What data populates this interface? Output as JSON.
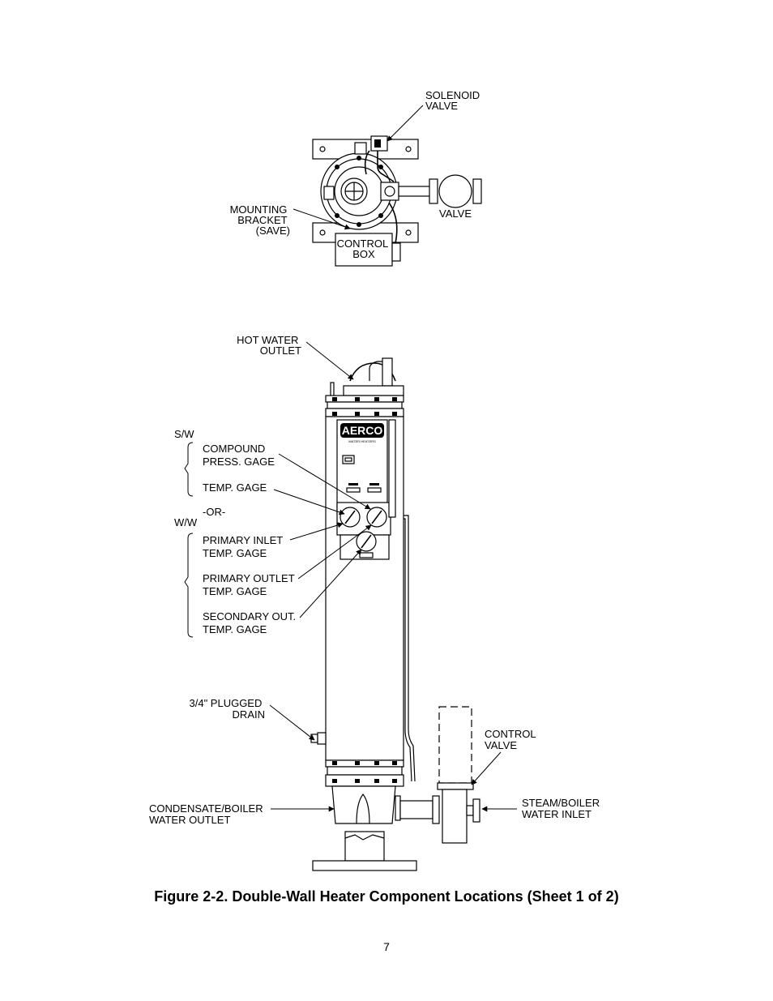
{
  "top_view": {
    "labels": {
      "solenoid_valve": [
        "SOLENOID",
        "VALVE"
      ],
      "mounting_bracket": [
        "MOUNTING",
        "BRACKET",
        "(SAVE)"
      ],
      "valve": [
        "VALVE"
      ],
      "control_box": [
        "CONTROL",
        "BOX"
      ]
    }
  },
  "side_view": {
    "labels": {
      "hot_water_outlet": [
        "HOT WATER",
        "OUTLET"
      ],
      "sw": "S/W",
      "compound_gage": [
        "COMPOUND",
        "PRESS. GAGE"
      ],
      "temp_gage": [
        "TEMP. GAGE"
      ],
      "or": "-OR-",
      "ww": "W/W",
      "primary_inlet": [
        "PRIMARY INLET",
        "TEMP. GAGE"
      ],
      "primary_outlet": [
        "PRIMARY OUTLET",
        "TEMP. GAGE"
      ],
      "secondary_out": [
        "SECONDARY OUT.",
        "TEMP. GAGE"
      ],
      "plugged_drain": [
        "3/4\" PLUGGED",
        "DRAIN"
      ],
      "control_valve": [
        "CONTROL",
        "VALVE"
      ],
      "condensate_outlet": [
        "CONDENSATE/BOILER",
        "WATER OUTLET"
      ],
      "steam_inlet": [
        "STEAM/BOILER",
        "WATER INLET"
      ],
      "brand_logo": "AERCO",
      "brand_sub": "WATER HEATERS"
    }
  },
  "caption": "Figure 2-2.  Double-Wall Heater Component Locations (Sheet 1 of 2)",
  "page_number": "7"
}
